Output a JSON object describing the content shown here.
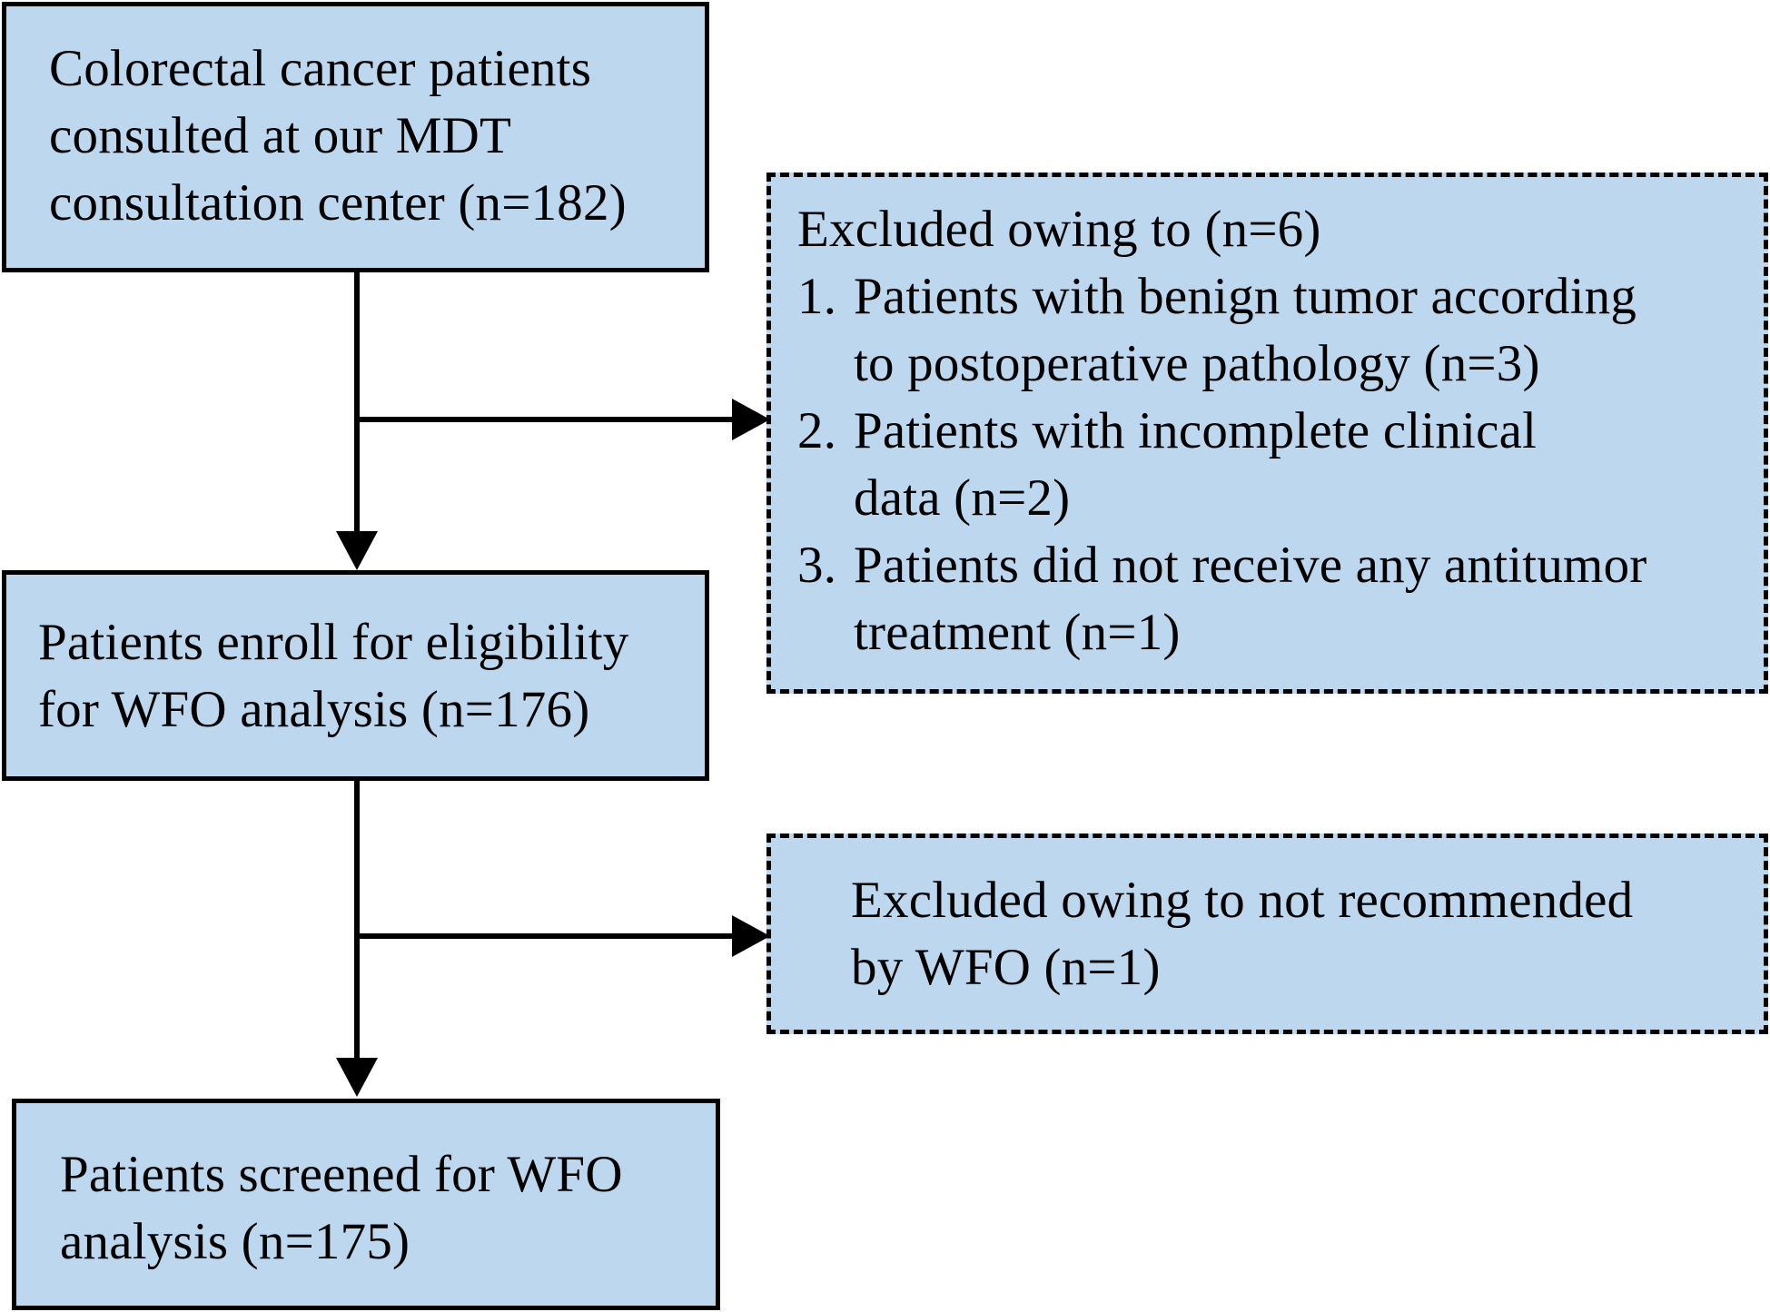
{
  "boxes": {
    "consulted": {
      "lines": [
        "Colorectal cancer patients",
        "consulted at our MDT",
        "consultation center (n=182)"
      ]
    },
    "enroll": {
      "lines": [
        "Patients enroll for eligibility",
        "for WFO analysis (n=176)"
      ]
    },
    "screened": {
      "lines": [
        "Patients screened for WFO",
        "analysis (n=175)"
      ]
    },
    "excluded_first": {
      "heading": "Excluded owing to (n=6)",
      "items": [
        {
          "number": "1.",
          "lines": [
            "Patients with benign tumor according",
            "to postoperative pathology (n=3)"
          ]
        },
        {
          "number": "2.",
          "lines": [
            "Patients with incomplete clinical",
            "data (n=2)"
          ]
        },
        {
          "number": "3.",
          "lines": [
            "Patients did not receive any antitumor",
            "treatment (n=1)"
          ]
        }
      ]
    },
    "excluded_second": {
      "lines": [
        "Excluded owing to not recommended",
        "by WFO (n=1)"
      ]
    }
  },
  "colors": {
    "box_fill": "#bdd7ee",
    "stroke": "#000000"
  }
}
